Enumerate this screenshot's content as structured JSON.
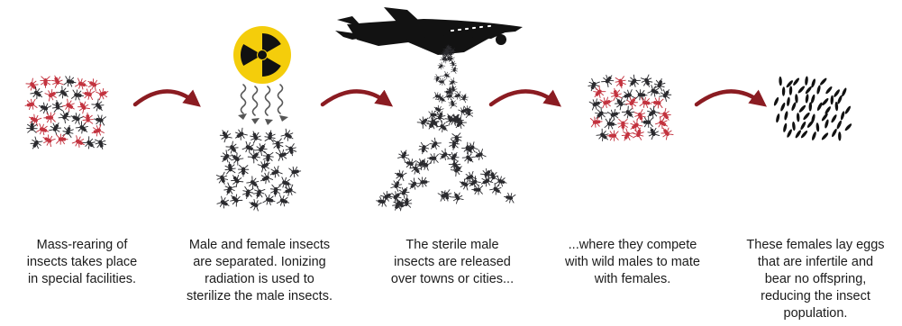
{
  "colors": {
    "insect_dark": "#2b2b2f",
    "insect_red": "#c3333f",
    "arrow": "#8b1c22",
    "radiation_yellow": "#f4cd0b",
    "radiation_black": "#111111",
    "plane": "#121212",
    "wave": "#555555",
    "text": "#1b1b1b"
  },
  "icons": {
    "radiation": "radiation-trefoil-icon",
    "plane": "airplane-silhouette-icon",
    "arrow": "curved-arrow-icon",
    "insect": "mosquito-icon",
    "egg": "egg-icon"
  },
  "steps": [
    {
      "id": "mass-rearing",
      "caption_lines": [
        "Mass-rearing of",
        "insects takes place",
        "in special facilities."
      ]
    },
    {
      "id": "separation-irradiation",
      "caption_lines": [
        "Male and female insects",
        "are separated. Ionizing",
        "radiation is used to",
        "sterilize the male insects."
      ]
    },
    {
      "id": "release",
      "caption_lines": [
        "The sterile male",
        "insects are released",
        "over towns or cities..."
      ]
    },
    {
      "id": "compete",
      "caption_lines": [
        "...where they compete",
        "with wild males to mate",
        "with females."
      ]
    },
    {
      "id": "infertile-eggs",
      "caption_lines": [
        "These females lay eggs",
        "that are infertile and",
        "bear no offspring,",
        "reducing the insect",
        "population."
      ]
    }
  ]
}
